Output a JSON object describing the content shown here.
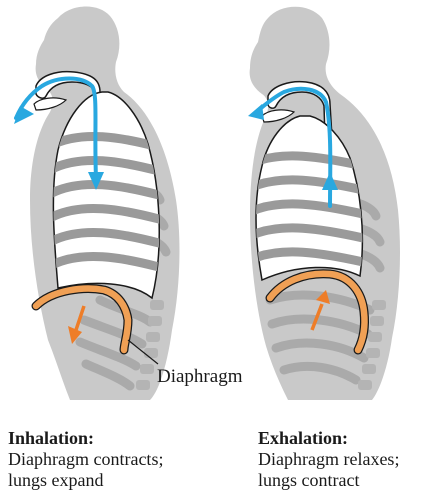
{
  "colors": {
    "body_silhouette": "#c9c9c9",
    "rib_shadow": "#aaaaaa",
    "lung": "#ffffff",
    "rib_stripe": "#9a9a9a",
    "airway_arrow": "#29a8e0",
    "diaphragm": "#f0a055",
    "diaphragm_arrow": "#ee7d28",
    "outline": "#1a1a1a"
  },
  "diagram": {
    "diaphragm_label": "Diaphragm"
  },
  "panels": [
    {
      "title": "Inhalation:",
      "line1": "Diaphragm contracts;",
      "line2": "lungs expand"
    },
    {
      "title": "Exhalation:",
      "line1": "Diaphragm relaxes;",
      "line2": "lungs contract"
    }
  ]
}
